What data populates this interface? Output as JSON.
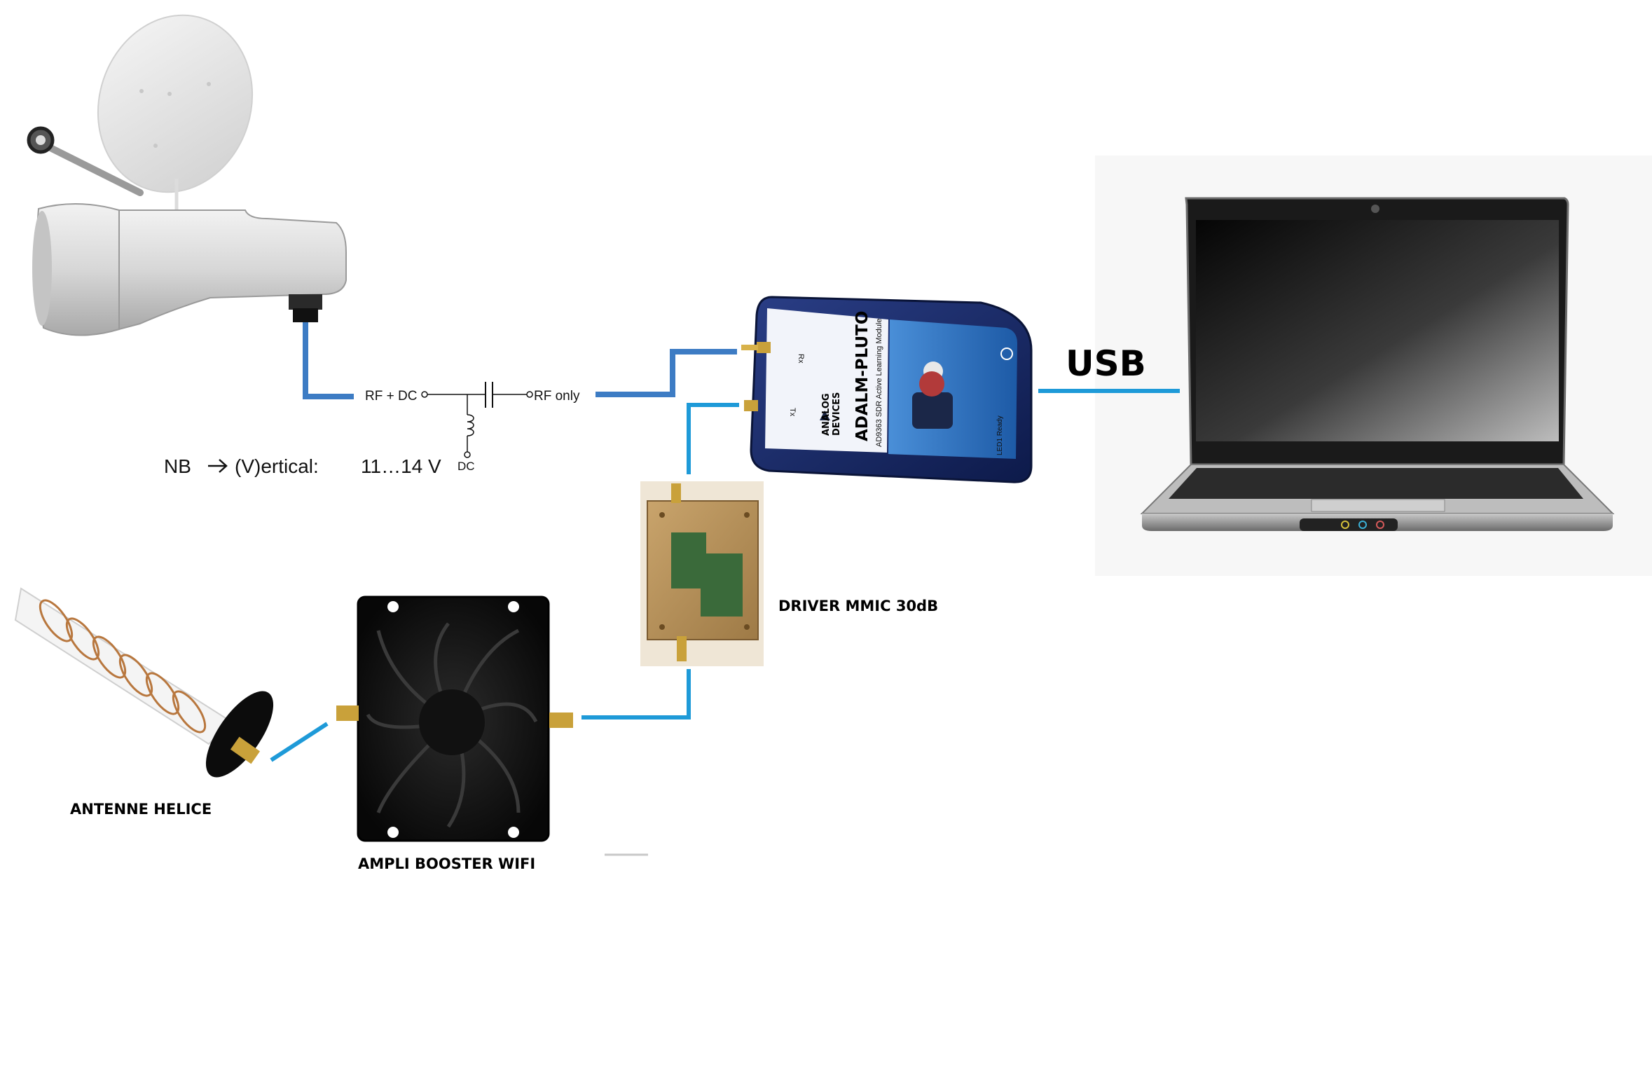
{
  "labels": {
    "usb": "USB",
    "rf_dc": "RF + DC",
    "rf_only": "RF only",
    "polarization_nb": "NB",
    "polarization_text": "(V)ertical:",
    "voltage_range": "11…14 V",
    "voltage_subscript": "DC",
    "driver": "DRIVER MMIC 30dB",
    "antenna": "ANTENNE HELICE",
    "amplifier": "AMPLI BOOSTER WIFI"
  },
  "pluto": {
    "brand_line1": "ANALOG",
    "brand_line2": "DEVICES",
    "model": "ADALM-PLUTO",
    "subtitle": "AD9363 SDR Active Learning Module",
    "port_rx": "Rx",
    "port_tx": "Tx",
    "led_ready": "LED1 Ready"
  },
  "colors": {
    "link_lnb": "#3d7cc4",
    "link_tx": "#1e9ad8",
    "link_usb": "#1e9ad8",
    "pluto_body": "#1b2d6e",
    "pluto_label": "#2a6fc0"
  },
  "icons": [
    "satellite-dish-icon",
    "lnb-icon",
    "adalm-pluto-icon",
    "laptop-icon",
    "driver-board-icon",
    "wifi-booster-icon",
    "helix-antenna-icon",
    "capacitor-symbol",
    "inductor-symbol",
    "arrow-right-icon"
  ]
}
